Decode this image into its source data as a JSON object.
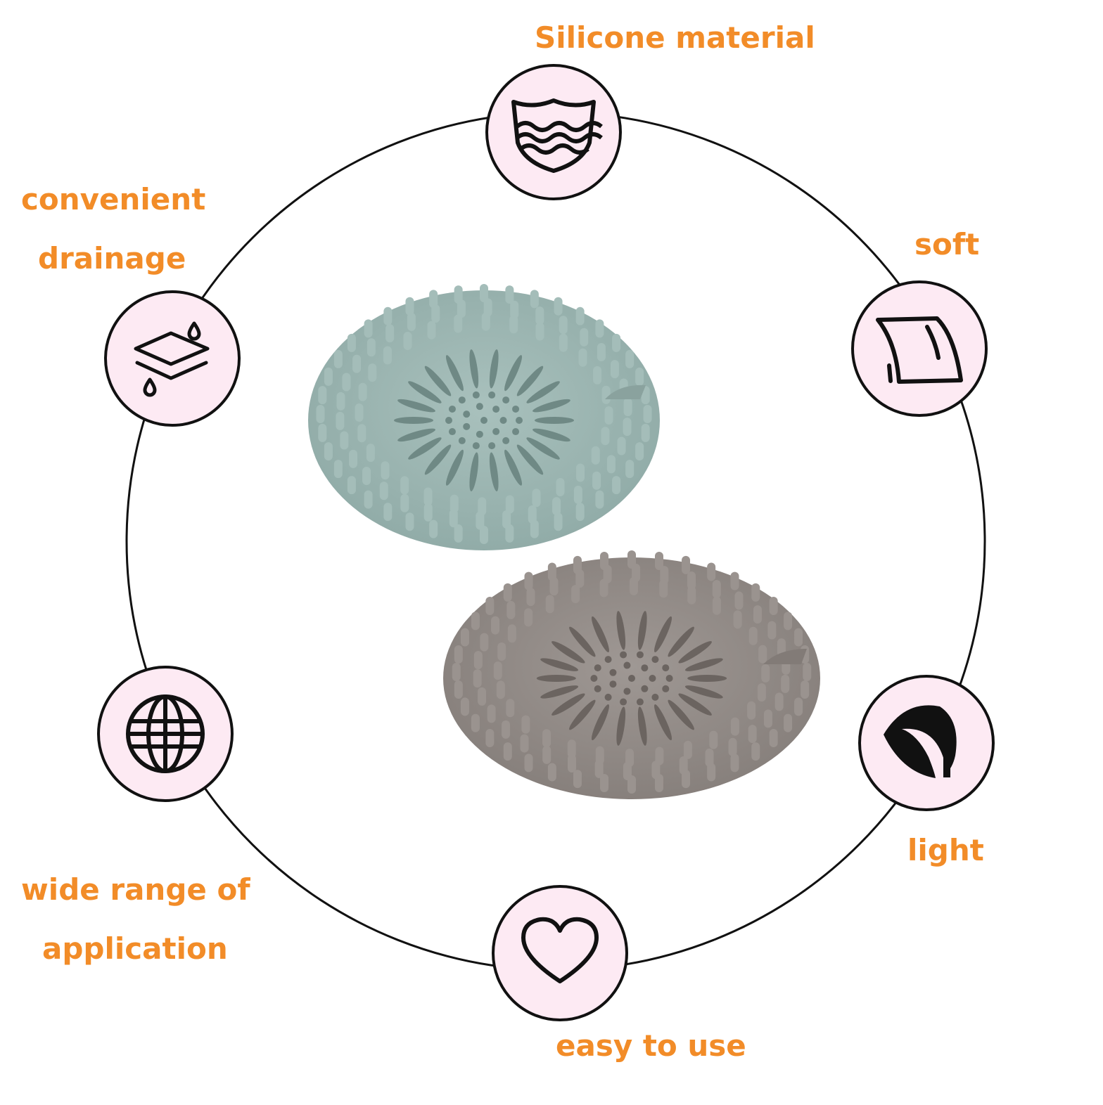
{
  "features": {
    "silicone": {
      "label": "Silicone material",
      "icon": "shield-waves-icon"
    },
    "soft": {
      "label": "soft",
      "icon": "soft-sheet-icon"
    },
    "drainage": {
      "label_line1": "convenient",
      "label_line2": "drainage",
      "icon": "layers-drops-icon"
    },
    "wide": {
      "label_line1": "wide range of",
      "label_line2": "application",
      "icon": "globe-icon"
    },
    "light": {
      "label": "light",
      "icon": "leaf-icon"
    },
    "easy": {
      "label": "easy to use",
      "icon": "heart-icon"
    }
  },
  "products": [
    {
      "name": "blue-drain-cover",
      "color": "#9cb5b1"
    },
    {
      "name": "gray-drain-cover",
      "color": "#958e8a"
    }
  ],
  "colors": {
    "label_text": "#f28c28",
    "icon_badge_fill": "#fdeaf3",
    "ring_stroke": "#111111"
  }
}
